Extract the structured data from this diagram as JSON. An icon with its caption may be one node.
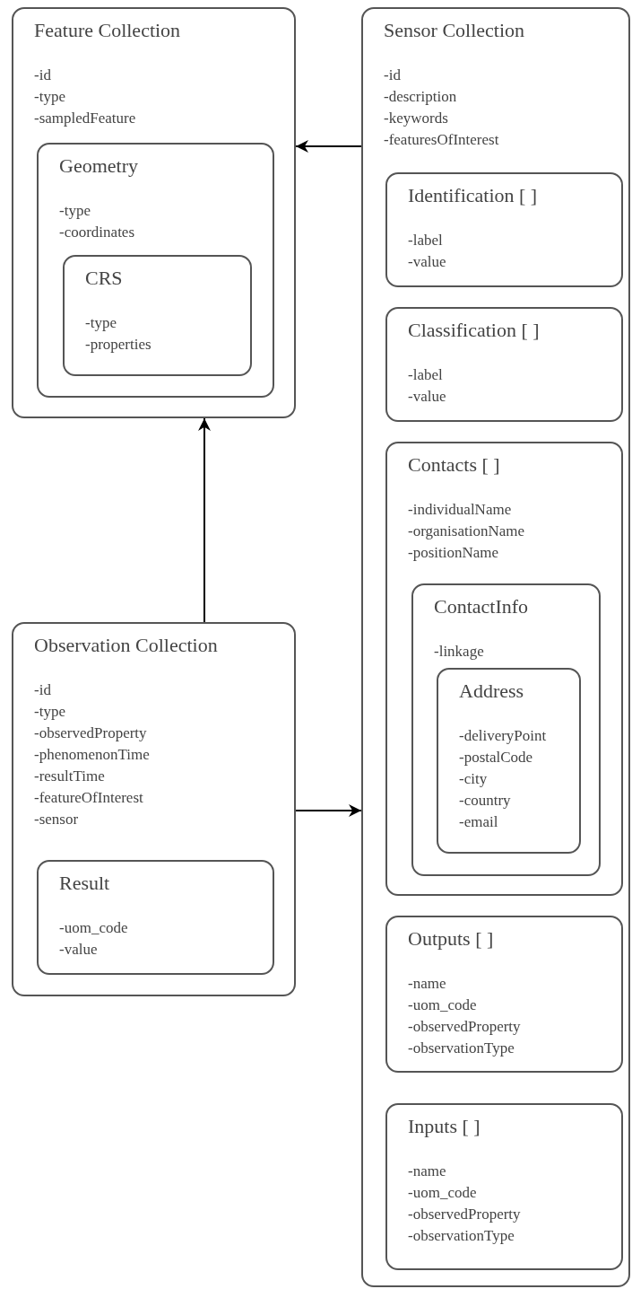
{
  "diagram": {
    "nodes": [
      {
        "text": [
          "Feature Collection",
          "-id",
          "-type",
          "-sampledFeature"
        ]
      },
      {
        "text": [
          "Geometry",
          "-type",
          "-coordinates"
        ],
        "in": 0
      },
      {
        "text": [
          "CRS",
          "-type",
          "-properties"
        ],
        "in": 1
      },
      {
        "text": [
          "Observation Collection",
          "-id",
          "-type",
          "-observedProperty",
          "-phenomenonTime",
          "-resultTime",
          "-featureOfInterest",
          "-sensor"
        ]
      },
      {
        "text": [
          "Result",
          "-uom_code",
          "-value"
        ],
        "in": 3
      },
      {
        "text": [
          "Sensor Collection",
          "-id",
          "-description",
          "-keywords",
          "-featuresOfInterest"
        ]
      },
      {
        "text": [
          "Identification [ ]",
          "-label",
          "-value"
        ],
        "in": 5
      },
      {
        "text": [
          "Classification [ ]",
          "-label",
          "-value"
        ],
        "in": 5
      },
      {
        "text": [
          "Contacts [ ]",
          "-individualName",
          "-organisationName",
          "-positionName"
        ],
        "in": 5
      },
      {
        "text": [
          "ContactInfo",
          "-linkage"
        ],
        "in": 8
      },
      {
        "text": [
          "Address",
          "-deliveryPoint",
          "-postalCode",
          "-city",
          "-country",
          "-email"
        ],
        "in": 9
      },
      {
        "text": [
          "Outputs [ ]",
          "-name",
          "-uom_code",
          "-observedProperty",
          "-observationType"
        ],
        "in": 5
      },
      {
        "text": [
          "Inputs [ ]",
          "-name",
          "-uom_code",
          "-observedProperty",
          "-observationType"
        ],
        "in": 5
      }
    ],
    "edges": [
      {
        "from": 5,
        "to": 0,
        "arrow": "to"
      },
      {
        "from": 3,
        "to": 0,
        "arrow": "to"
      },
      {
        "from": 3,
        "to": 5,
        "arrow": "to"
      }
    ]
  }
}
